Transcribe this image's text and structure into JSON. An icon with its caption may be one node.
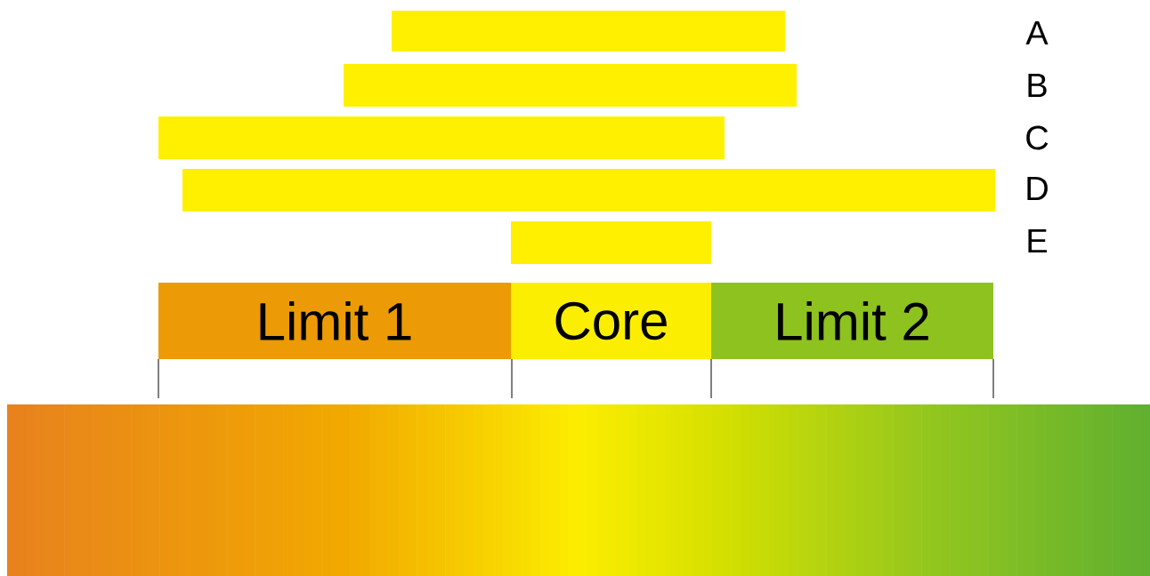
{
  "diagram": {
    "nodes": [
      {
        "text": [],
        "shape": "bar"
      },
      {
        "text": [],
        "shape": "bar"
      },
      {
        "text": [],
        "shape": "bar"
      },
      {
        "text": [],
        "shape": "bar"
      },
      {
        "text": [],
        "shape": "bar"
      },
      {
        "text": [
          "Limit 1"
        ]
      },
      {
        "text": [
          "Core"
        ]
      },
      {
        "text": [
          "Limit 2"
        ]
      }
    ],
    "labels": [
      "A",
      "B",
      "C",
      "D",
      "E"
    ]
  }
}
